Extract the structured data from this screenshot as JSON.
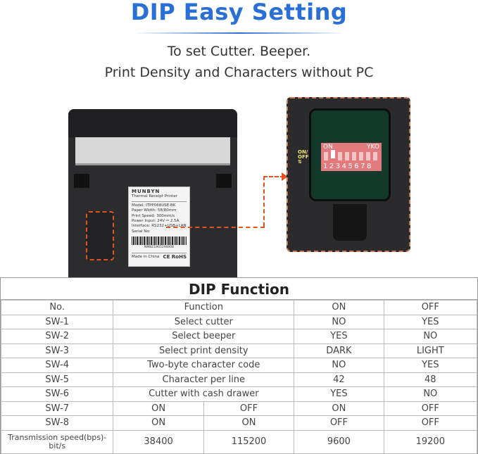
{
  "header": {
    "title": "DIP Easy Setting",
    "subtitle_line1": "To set Cutter. Beeper.",
    "subtitle_line2": "Print Density and Characters without PC"
  },
  "printer_label": {
    "brand": "MUNBYN",
    "type": "Thermal Receipt Printer",
    "lines": [
      "Model: ITPP068USE-BK",
      "Paper Width: 58/80mm",
      "Print Speed: 300mm/s",
      "Power Input: 24V ⎓ 2.5A",
      "Interface: RS232+USB+LAN",
      "Serial No:"
    ],
    "serial": "NMBZ1905290008",
    "made_in": "Made in China",
    "marks": "CE RoHS"
  },
  "dip_switch": {
    "on_label": "ON",
    "brand_code": "YKO",
    "numbers": "12345678",
    "side_label": "ON/ OFF ⇅",
    "colors": {
      "switch_body": "#e27b7e",
      "board": "#12392a",
      "accent": "#e0541f"
    }
  },
  "table": {
    "title": "DIP Function",
    "header": [
      "No.",
      "Function",
      "ON",
      "OFF"
    ],
    "rows": [
      {
        "no": "SW-1",
        "function": "Select cutter",
        "on": "NO",
        "off": "YES"
      },
      {
        "no": "SW-2",
        "function": "Select beeper",
        "on": "YES",
        "off": "NO"
      },
      {
        "no": "SW-3",
        "function": "Select print density",
        "on": "DARK",
        "off": "LIGHT"
      },
      {
        "no": "SW-4",
        "function": "Two-byte character code",
        "on": "NO",
        "off": "YES"
      },
      {
        "no": "SW-5",
        "function": "Character per line",
        "on": "42",
        "off": "48"
      },
      {
        "no": "SW-6",
        "function": "Cutter with cash drawer",
        "on": "YES",
        "off": "NO"
      }
    ],
    "split_rows": [
      {
        "no": "SW-7",
        "c1": "ON",
        "c2": "OFF",
        "c3": "ON",
        "c4": "OFF"
      },
      {
        "no": "SW-8",
        "c1": "ON",
        "c2": "ON",
        "c3": "OFF",
        "c4": "OFF"
      },
      {
        "no": "Transmission speed(bps)-bit/s",
        "c1": "38400",
        "c2": "115200",
        "c3": "9600",
        "c4": "19200"
      }
    ]
  }
}
